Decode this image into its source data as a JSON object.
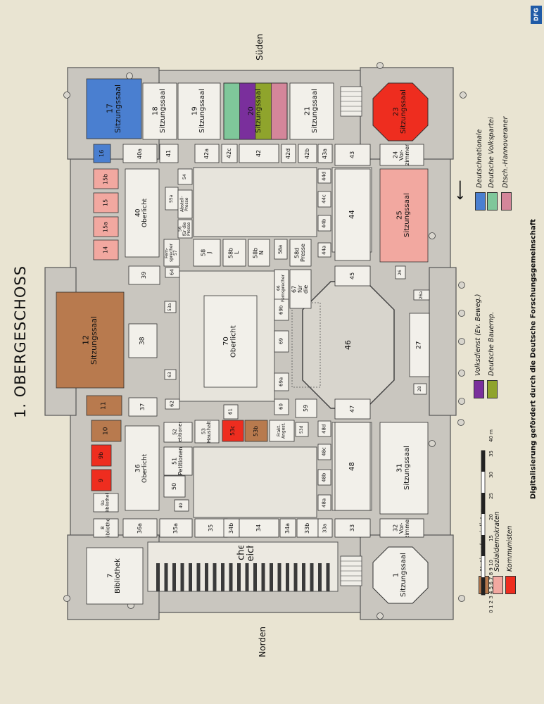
{
  "title": "1. OBERGESCHOSS",
  "compass": {
    "south": "Süden",
    "north": "Norden"
  },
  "credit": "Digitalisierung gefördert durch die Deutsche Forschungsgemeinschaft",
  "dfg_logo": "DFG",
  "colors": {
    "Deutschnationale": "#4a7fd0",
    "Deutsche Volkspartei": "#7fc79a",
    "Dtsch.-Hannoveraner": "#d4869a",
    "Volksdienst (Ev. Beweg.)": "#7a2f9c",
    "Deutsche Bauernp.": "#8fa42c",
    "Nationalsozialisten": "#b87a4e",
    "Sozialdemokraten": "#f2a8a0",
    "Kommunisten": "#ee2d1f"
  },
  "legend": [
    {
      "label": "Deutschnationale",
      "color": "#4a7fd0"
    },
    {
      "label": "Deutsche Volkspartei",
      "color": "#7fc79a"
    },
    {
      "label": "Dtsch.-Hannoveraner",
      "color": "#d4869a"
    },
    {
      "label": "Volksdienst (Ev. Beweg.)",
      "color": "#7a2f9c"
    },
    {
      "label": "Deutsche Bauernp.",
      "color": "#8fa42c"
    },
    {
      "label": "Nationalsozialisten",
      "color": "#b87a4e"
    },
    {
      "label": "Sozialdemokraten",
      "color": "#f2a8a0"
    },
    {
      "label": "Kommunisten",
      "color": "#ee2d1f"
    }
  ],
  "scale": {
    "ticks": [
      "0 1 2 3 4 5 6 7 8 9 10",
      "15",
      "20",
      "25",
      "30",
      "35",
      "40 m"
    ]
  },
  "rooms": [
    {
      "label": "17\nSitzungssaal",
      "party": "Deutschnationale"
    },
    {
      "label": "18\nSitzungssaal"
    },
    {
      "label": "19\nSitzungssaal"
    },
    {
      "label": "20\nSitzungssaal",
      "party": "mixed"
    },
    {
      "label": "21\nSitzungssaal"
    },
    {
      "label": "23\nSitzungssaal",
      "party": "Kommunisten"
    },
    {
      "label": "16",
      "party": "Deutschnationale"
    },
    {
      "label": "15b",
      "party": "Sozialdemokraten"
    },
    {
      "label": "15",
      "party": "Sozialdemokraten"
    },
    {
      "label": "15a",
      "party": "Sozialdemokraten"
    },
    {
      "label": "14",
      "party": "Sozialdemokraten"
    },
    {
      "label": "40\nOberlicht"
    },
    {
      "label": "40a"
    },
    {
      "label": "41"
    },
    {
      "label": "42a"
    },
    {
      "label": "42c"
    },
    {
      "label": "42"
    },
    {
      "label": "42d"
    },
    {
      "label": "42b"
    },
    {
      "label": "43a"
    },
    {
      "label": "43"
    },
    {
      "label": "24\nVor-\nzimmer"
    },
    {
      "label": "44"
    },
    {
      "label": "25\nSitzungssaal",
      "party": "Sozialdemokraten"
    },
    {
      "label": "44d"
    },
    {
      "label": "44c"
    },
    {
      "label": "44b"
    },
    {
      "label": "44a"
    },
    {
      "label": "45"
    },
    {
      "label": "26"
    },
    {
      "label": "26a"
    },
    {
      "label": "39"
    },
    {
      "label": "64"
    },
    {
      "label": "58\nJ"
    },
    {
      "label": "58b\nL"
    },
    {
      "label": "58b\nN"
    },
    {
      "label": "58a"
    },
    {
      "label": "58d\nPresse"
    },
    {
      "label": "67\nfür\ndie"
    },
    {
      "label": "66\nFernsprecher"
    },
    {
      "label": "54"
    },
    {
      "label": "55a"
    },
    {
      "label": "Abstell-\nPresse"
    },
    {
      "label": "56\nfür die Presse"
    },
    {
      "label": "Fern-\nsprecher\n57"
    },
    {
      "label": "12\nSitzungssaal",
      "party": "Nationalsozialisten"
    },
    {
      "label": "38"
    },
    {
      "label": "53a"
    },
    {
      "label": "63"
    },
    {
      "label": "70\nOberlicht"
    },
    {
      "label": "69b"
    },
    {
      "label": "69"
    },
    {
      "label": "69a"
    },
    {
      "label": "46"
    },
    {
      "label": "27"
    },
    {
      "label": "28"
    },
    {
      "label": "47"
    },
    {
      "label": "11",
      "party": "Nationalsozialisten"
    },
    {
      "label": "37"
    },
    {
      "label": "62"
    },
    {
      "label": "61"
    },
    {
      "label": "60"
    },
    {
      "label": "59"
    },
    {
      "label": "10",
      "party": "Nationalsozialisten"
    },
    {
      "label": "52\nPetitionen"
    },
    {
      "label": "53\nHaushalt"
    },
    {
      "label": "53c",
      "party": "Kommunisten"
    },
    {
      "label": "53b",
      "party": "Nationalsozialisten"
    },
    {
      "label": "Frakt.\nAngest."
    },
    {
      "label": "53d"
    },
    {
      "label": "48d"
    },
    {
      "label": "48c"
    },
    {
      "label": "48"
    },
    {
      "label": "31\nSitzungssaal"
    },
    {
      "label": "9b",
      "party": "Kommunisten"
    },
    {
      "label": "9",
      "party": "Kommunisten"
    },
    {
      "label": "36\nOberlicht"
    },
    {
      "label": "51\nPetitionen"
    },
    {
      "label": "50"
    },
    {
      "label": "49"
    },
    {
      "label": "48b"
    },
    {
      "label": "48a"
    },
    {
      "label": "9a\nBibliothek"
    },
    {
      "label": "8\nBibliothek"
    },
    {
      "label": "36a"
    },
    {
      "label": "35a"
    },
    {
      "label": "35"
    },
    {
      "label": "34b"
    },
    {
      "label": "34"
    },
    {
      "label": "34a"
    },
    {
      "label": "33b"
    },
    {
      "label": "33a"
    },
    {
      "label": "33"
    },
    {
      "label": "32\nVor-\nzimmer"
    },
    {
      "label": "7\nBibliothek"
    },
    {
      "label": "Bücher - Speicher"
    },
    {
      "label": "1\nSitzungssaal"
    }
  ]
}
